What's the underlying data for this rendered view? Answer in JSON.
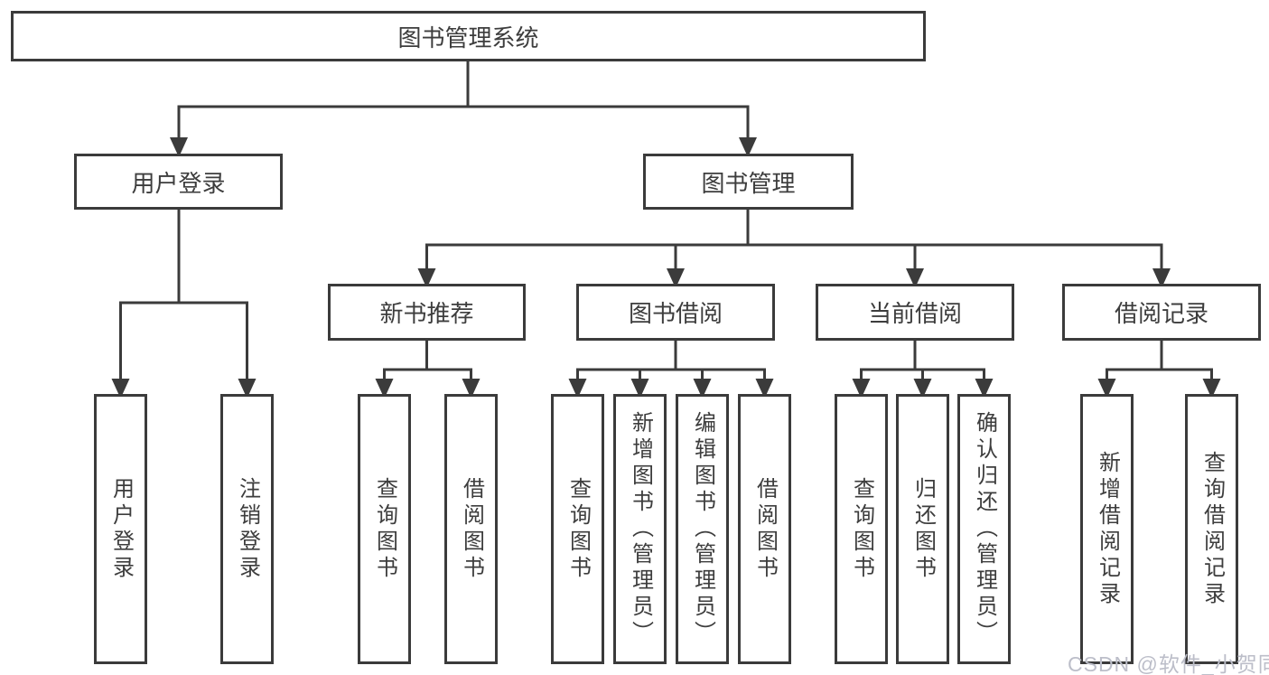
{
  "diagram": {
    "type": "tree",
    "title": "图书管理系统",
    "watermark": "CSDN @软件_小贺同学",
    "colors": {
      "line": "#3b3b3b",
      "box_border": "#3b3b3b",
      "box_fill": "#ffffff",
      "text": "#3d3d3d",
      "watermark_text": "#bcbec9",
      "background": "#ffffff"
    },
    "nodes": {
      "root": "图书管理系统",
      "user_login": "用户登录",
      "book_mgmt": "图书管理",
      "new_book_rec": "新书推荐",
      "book_borrow": "图书借阅",
      "current_borrow": "当前借阅",
      "borrow_record": "借阅记录",
      "leaf_user_login": "用户登录",
      "leaf_logout": "注销登录",
      "leaf_query_book_rec": "查询图书",
      "leaf_borrow_book_rec": "借阅图书",
      "leaf_query_book_borrow": "查询图书",
      "leaf_add_book": "新增图书（管理员）",
      "leaf_edit_book": "编辑图书（管理员）",
      "leaf_borrow_book_borrow": "借阅图书",
      "leaf_query_book_current": "查询图书",
      "leaf_return_book": "归还图书",
      "leaf_confirm_return": "确认归还（管理员）",
      "leaf_add_borrow_record": "新增借阅记录",
      "leaf_query_borrow_record": "查询借阅记录"
    },
    "edges": [
      [
        "root",
        "user_login"
      ],
      [
        "root",
        "book_mgmt"
      ],
      [
        "user_login",
        "leaf_user_login"
      ],
      [
        "user_login",
        "leaf_logout"
      ],
      [
        "book_mgmt",
        "new_book_rec"
      ],
      [
        "book_mgmt",
        "book_borrow"
      ],
      [
        "book_mgmt",
        "current_borrow"
      ],
      [
        "book_mgmt",
        "borrow_record"
      ],
      [
        "new_book_rec",
        "leaf_query_book_rec"
      ],
      [
        "new_book_rec",
        "leaf_borrow_book_rec"
      ],
      [
        "book_borrow",
        "leaf_query_book_borrow"
      ],
      [
        "book_borrow",
        "leaf_add_book"
      ],
      [
        "book_borrow",
        "leaf_edit_book"
      ],
      [
        "book_borrow",
        "leaf_borrow_book_borrow"
      ],
      [
        "current_borrow",
        "leaf_query_book_current"
      ],
      [
        "current_borrow",
        "leaf_return_book"
      ],
      [
        "current_borrow",
        "leaf_confirm_return"
      ],
      [
        "borrow_record",
        "leaf_add_borrow_record"
      ],
      [
        "borrow_record",
        "leaf_query_borrow_record"
      ]
    ]
  }
}
